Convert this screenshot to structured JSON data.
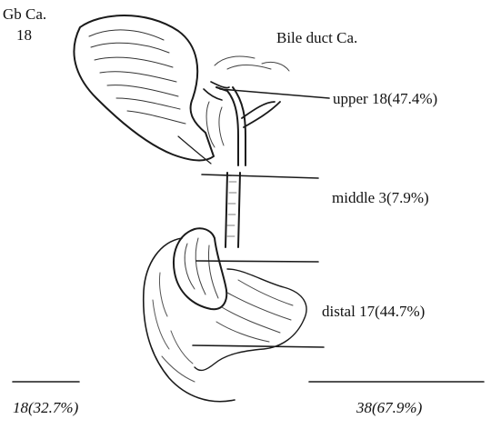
{
  "gallbladder": {
    "title": "Gb Ca.",
    "count": "18"
  },
  "bile_duct": {
    "title": "Bile duct Ca."
  },
  "segments": [
    {
      "label": "upper 18(47.4%)"
    },
    {
      "label": "middle 3(7.9%)"
    },
    {
      "label": "distal 17(44.7%)"
    }
  ],
  "totals": {
    "left": "18(32.7%)",
    "right": "38(67.9%)"
  }
}
